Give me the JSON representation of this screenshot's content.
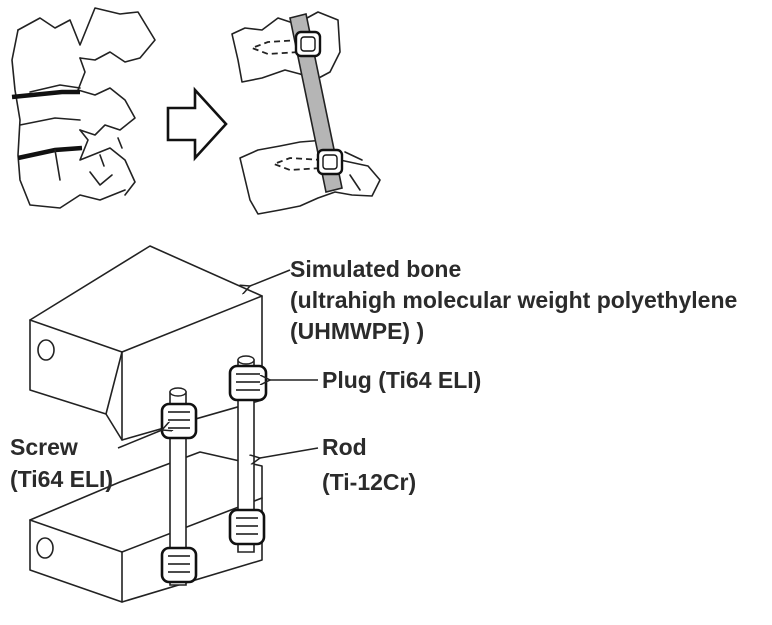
{
  "labels": {
    "simulated_bone_1": "Simulated bone",
    "simulated_bone_2": "(ultrahigh molecular weight polyethylene",
    "simulated_bone_3": "(UHMWPE) )",
    "plug": "Plug (Ti64 ELI)",
    "screw_1": "Screw",
    "screw_2": "(Ti64 ELI)",
    "rod_1": "Rod",
    "rod_2": "(Ti-12Cr)"
  },
  "colors": {
    "line": "#222222",
    "rod_fill": "#b5b5b5",
    "text": "#2b2b2b"
  }
}
